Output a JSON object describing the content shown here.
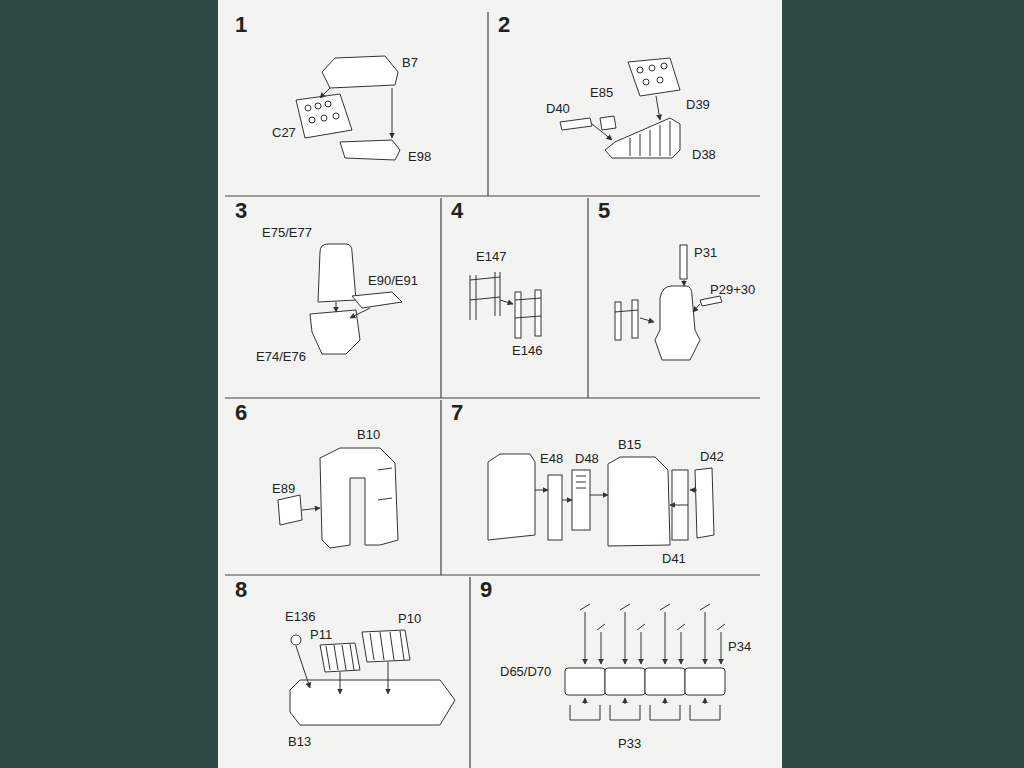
{
  "diagram": {
    "nodes": [
      {
        "text": [
          "1"
        ]
      },
      {
        "text": [
          "2"
        ]
      },
      {
        "text": [
          "3"
        ]
      },
      {
        "text": [
          "4"
        ]
      },
      {
        "text": [
          "5"
        ]
      },
      {
        "text": [
          "6"
        ]
      },
      {
        "text": [
          "7"
        ]
      },
      {
        "text": [
          "8"
        ]
      },
      {
        "text": [
          "9"
        ]
      }
    ],
    "labels": [
      "B7",
      "C27",
      "E98",
      "E85",
      "D40",
      "D39",
      "D38",
      "E75/E77",
      "E90/E91",
      "E74/E76",
      "E147",
      "E146",
      "P31",
      "P29+30",
      "B10",
      "E89",
      "E48",
      "D48",
      "B15",
      "D42",
      "D41",
      "E136",
      "P10",
      "P11",
      "B13",
      "P34",
      "D65/D70",
      "P33"
    ]
  }
}
